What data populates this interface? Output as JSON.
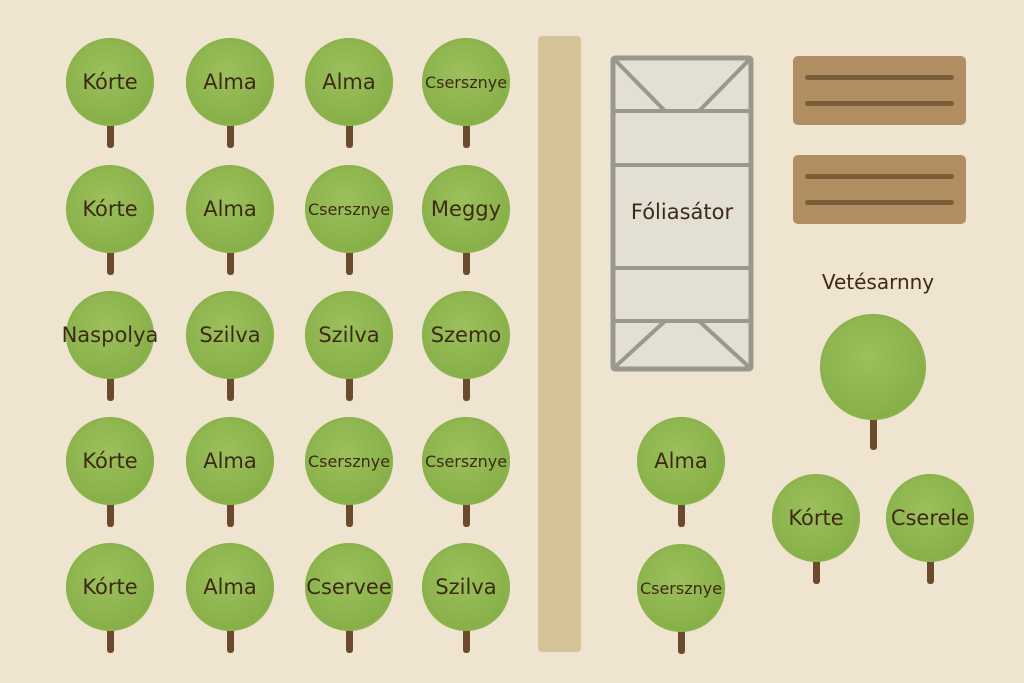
{
  "orchard_grid": [
    [
      "Kórte",
      "Alma",
      "Alma",
      "Csersznye"
    ],
    [
      "Kórte",
      "Alma",
      "Csersznye",
      "Meggy"
    ],
    [
      "Naspolya",
      "Szilva",
      "Szilva",
      "Szemo"
    ],
    [
      "Kórte",
      "Alma",
      "Csersznye",
      "Csersznye"
    ],
    [
      "Kórte",
      "Alma",
      "Cservee",
      "Szilva"
    ]
  ],
  "greenhouse": {
    "label": "Fóliasátor"
  },
  "seed_shed": {
    "label": "Vetésarnny"
  },
  "right_trees": [
    {
      "label": "Alma"
    },
    {
      "label": "Csersznye"
    },
    {
      "label": "Kórte"
    },
    {
      "label": "Cserele"
    }
  ],
  "colors": {
    "background": "#efe4cf",
    "tree": "#8ab34c",
    "trunk": "#6b4a2b",
    "path": "#d7c398",
    "bed": "#b08e62",
    "greenhouse_frame": "#9a988c"
  }
}
